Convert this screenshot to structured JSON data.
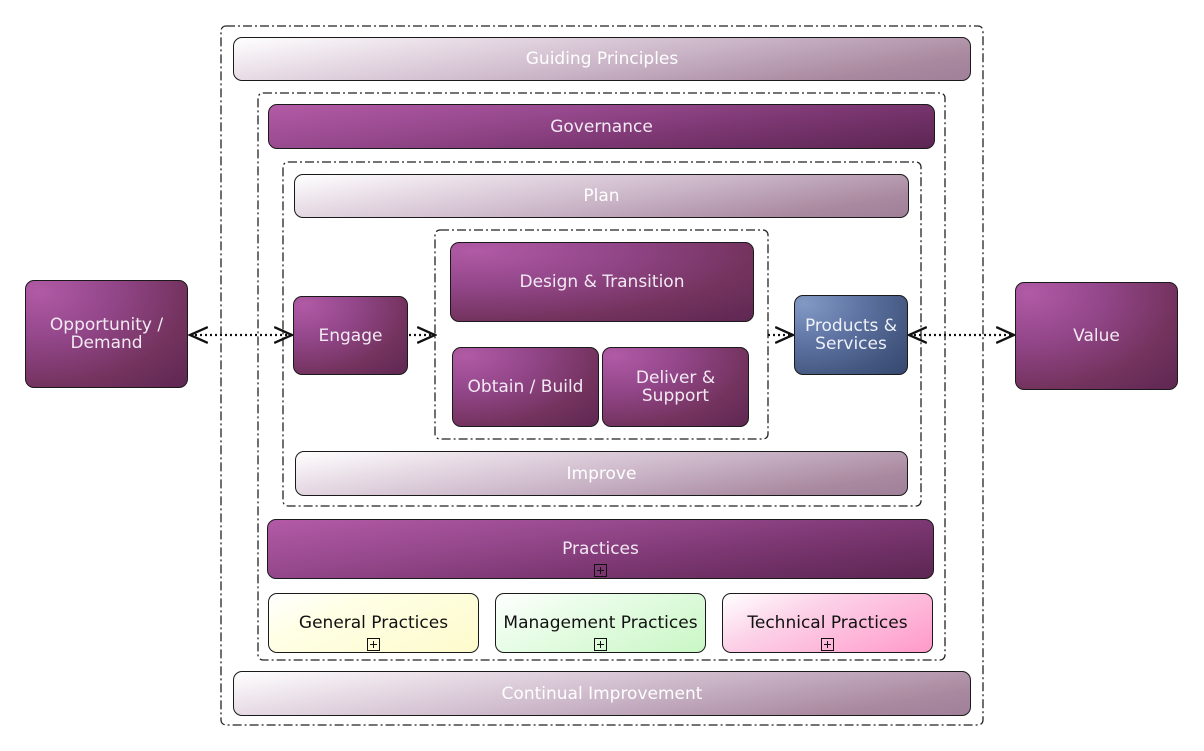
{
  "diagram": {
    "guiding_principles": "Guiding Principles",
    "governance": "Governance",
    "plan": "Plan",
    "engage": "Engage",
    "design_transition": "Design & Transition",
    "obtain_build": "Obtain / Build",
    "deliver_support": "Deliver & Support",
    "products_services": "Products & Services",
    "improve": "Improve",
    "practices": "Practices",
    "general_practices": "General Practices",
    "management_practices": "Management Practices",
    "technical_practices": "Technical Practices",
    "continual_improvement": "Continual Improvement",
    "opportunity_demand": "Opportunity / Demand",
    "value": "Value"
  },
  "colors": {
    "dark_purple": "#93478a",
    "light_mauve": "#c9b3c6",
    "blue": "#5e73a2",
    "general_yellow": "#fdfbcc",
    "management_green": "#c9f7c5",
    "technical_pink": "#ff99c9"
  },
  "expand_icon": "plus-square-icon"
}
